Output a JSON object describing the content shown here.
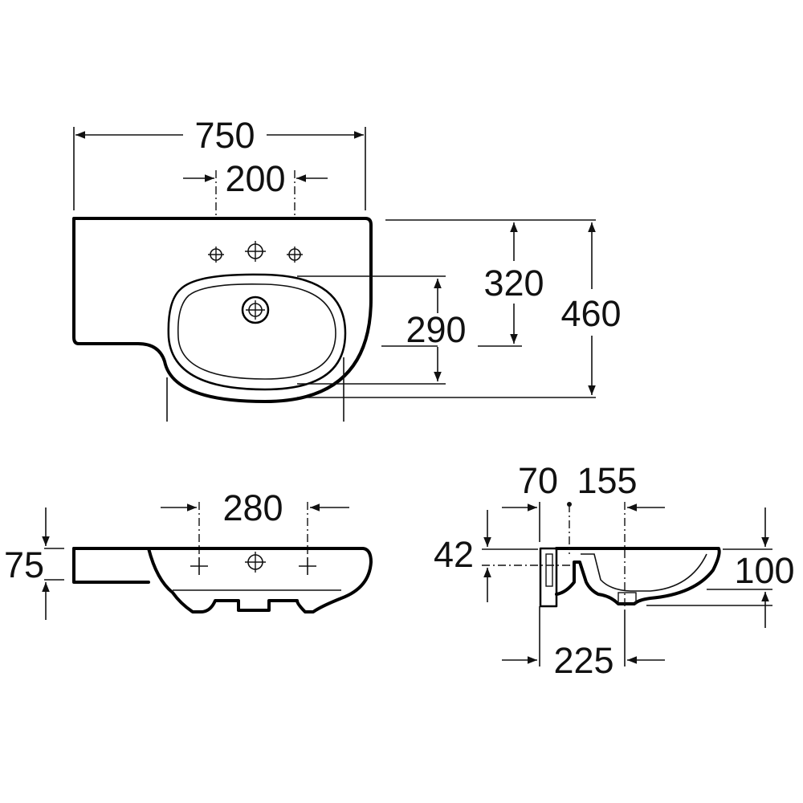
{
  "top_view": {
    "overall_width": "750",
    "tap_hole_spacing": "200",
    "bowl_depth_to_front": "320",
    "bowl_inner_depth": "290",
    "overall_depth": "460"
  },
  "front_view": {
    "support_spacing": "280",
    "shelf_height": "75"
  },
  "side_view": {
    "wall_offset": "70",
    "tap_to_waste": "155",
    "bracket_height": "42",
    "bowl_height": "100",
    "wall_to_waste": "225"
  }
}
